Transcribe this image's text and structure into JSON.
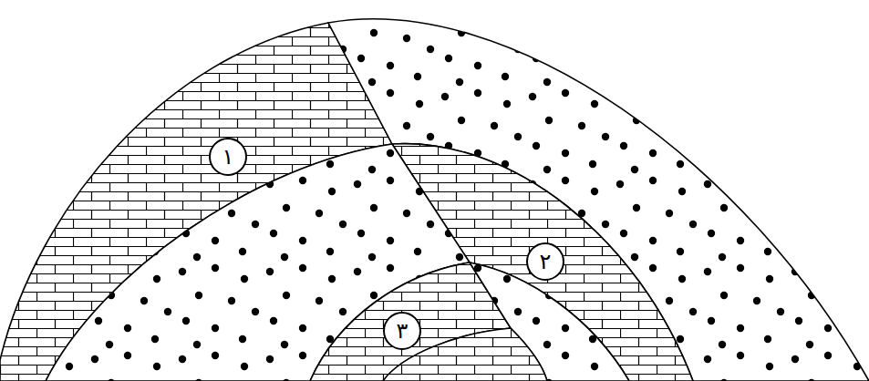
{
  "diagram": {
    "labels": [
      "۱",
      "۲",
      "۳"
    ]
  }
}
